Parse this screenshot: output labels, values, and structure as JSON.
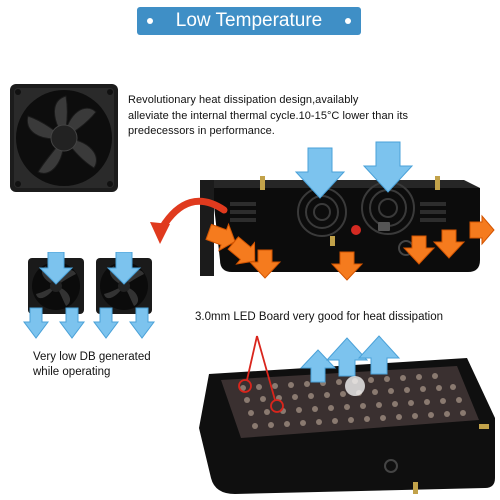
{
  "banner": {
    "title": "Low Temperature",
    "color": "#3f8fc6"
  },
  "description": {
    "line1": "Revolutionary heat dissipation design,availably",
    "line2": "alleviate the internal thermal cycle.10-15°C lower than its",
    "line3": "predecessors in performance."
  },
  "led_board_caption": "3.0mm LED Board very good for heat dissipation",
  "fan_caption": {
    "line1": "Very low DB generated",
    "line2": "while operating"
  },
  "colors": {
    "cool_arrow": "#7cc3ee",
    "hot_arrow": "#f57b1e",
    "curve_arrow": "#e03a1e",
    "housing": "#141414",
    "callout": "#d9251c"
  }
}
